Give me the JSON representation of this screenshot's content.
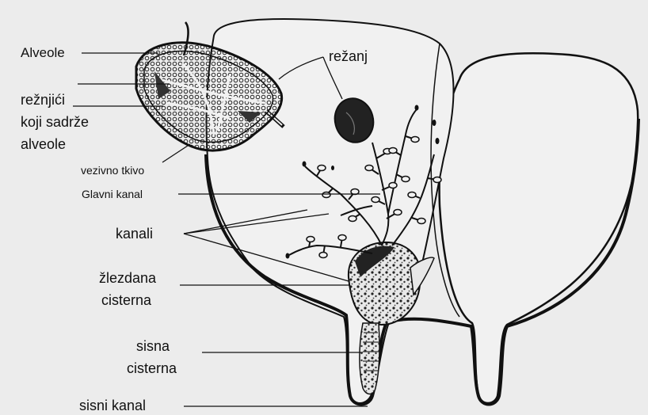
{
  "labels": {
    "alveole": "Alveole",
    "reznjici_1": "režnjići",
    "reznjici_2": "koji sadrže",
    "reznjici_3": "alveole",
    "vezivno_tkivo": "vezivno tkivo",
    "glavni_kanal": "Glavni kanal",
    "kanali": "kanali",
    "zlezdana_1": "žlezdana",
    "zlezdana_2": "cisterna",
    "sisna_1": "sisna",
    "sisna_2": "cisterna",
    "sisni_kanal": "sisni kanal",
    "reznjanj": "režanj"
  },
  "colors": {
    "background": "#ececec",
    "ink": "#111111",
    "gland_fill": "#2a2a2a",
    "udder_fill": "#f1f1f1"
  }
}
